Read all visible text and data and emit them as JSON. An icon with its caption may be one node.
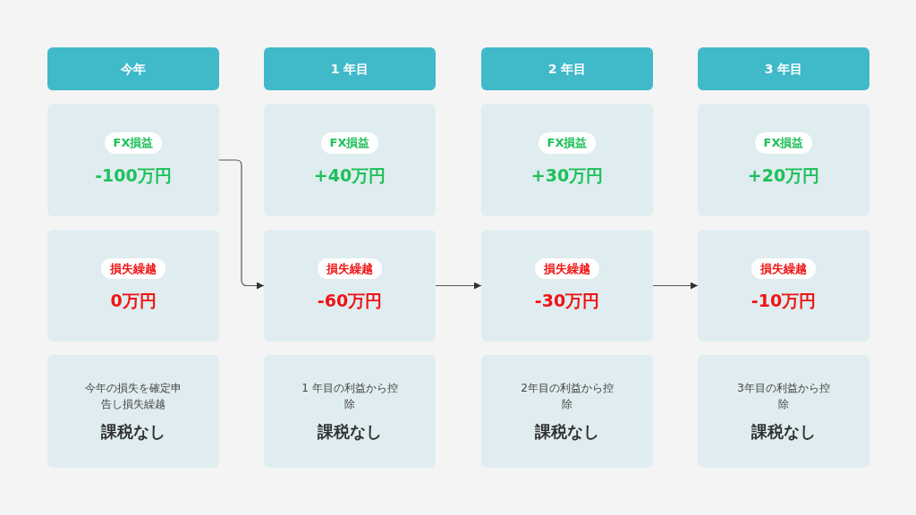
{
  "diagram": {
    "nodes": [
      {
        "text": [
          "今年"
        ]
      },
      {
        "text": [
          "1 年目"
        ]
      },
      {
        "text": [
          "2 年目"
        ]
      },
      {
        "text": [
          "3 年目"
        ]
      },
      {
        "text": [
          "FX損益",
          "-100万円"
        ]
      },
      {
        "text": [
          "FX損益",
          "+40万円"
        ]
      },
      {
        "text": [
          "FX損益",
          "+30万円"
        ]
      },
      {
        "text": [
          "FX損益",
          "+20万円"
        ]
      },
      {
        "text": [
          "損失繰越",
          "0万円"
        ]
      },
      {
        "text": [
          "損失繰越",
          "-60万円"
        ]
      },
      {
        "text": [
          "損失繰越",
          "-30万円"
        ]
      },
      {
        "text": [
          "損失繰越",
          "-10万円"
        ]
      },
      {
        "text": [
          "今年の損失を確定申告し損失繰越",
          "課税なし"
        ]
      },
      {
        "text": [
          "1 年目の利益から控除",
          "課税なし"
        ]
      },
      {
        "text": [
          "2年目の利益から控除",
          "課税なし"
        ]
      },
      {
        "text": [
          "3年目の利益から控除",
          "課税なし"
        ]
      }
    ],
    "edges": [
      {
        "from": 4,
        "to": 9,
        "arrow": "to"
      },
      {
        "from": 9,
        "to": 10,
        "arrow": "to"
      },
      {
        "from": 10,
        "to": 11,
        "arrow": "to"
      }
    ]
  }
}
